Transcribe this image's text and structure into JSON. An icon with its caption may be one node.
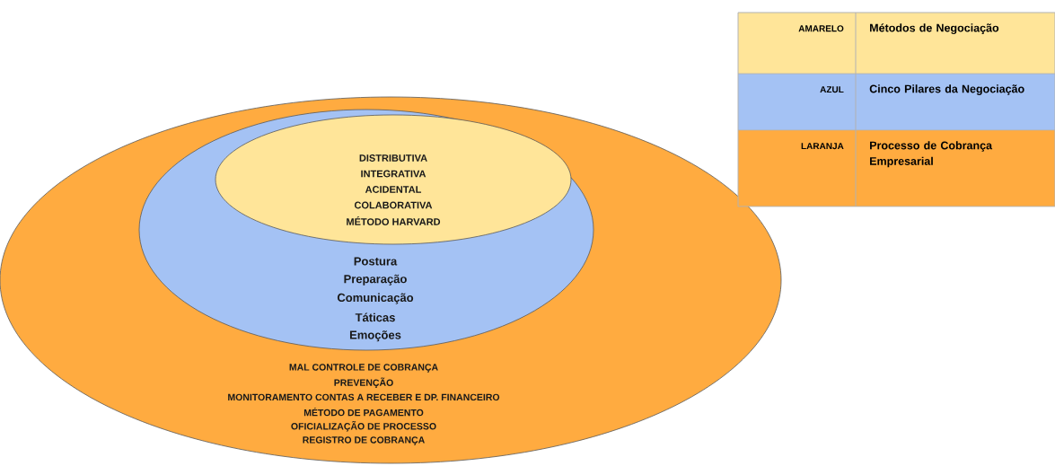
{
  "diagram": {
    "nodes": [
      {
        "text": [
          "MAL CONTROLE DE COBRANÇA",
          "PREVENÇÃO",
          "MONITORAMENTO CONTAS A RECEBER E DP. FINANCEIRO",
          "MÉTODO DE PAGAMENTO",
          "OFICIALIZAÇÃO DE PROCESSO",
          "REGISTRO DE COBRANÇA"
        ]
      },
      {
        "text": [
          "Postura",
          "Preparação",
          "Comunicação",
          "Táticas",
          "Emoções"
        ],
        "in": 0
      },
      {
        "text": [
          "DISTRIBUTIVA",
          "INTEGRATIVA",
          "ACIDENTAL",
          "COLABORATIVA",
          "MÉTODO HARVARD"
        ],
        "in": 1
      }
    ],
    "labels": [
      "AMARELO",
      "AZUL",
      "LARANJA"
    ],
    "legend": [
      {
        "text": "Métodos de Negociação",
        "color": "#ffe599"
      },
      {
        "text": "Cinco Pilares da Negociação",
        "color": "#a4c2f4"
      },
      {
        "text": "Processo de Cobrança Empresarial",
        "color": "#ffab40"
      }
    ]
  }
}
